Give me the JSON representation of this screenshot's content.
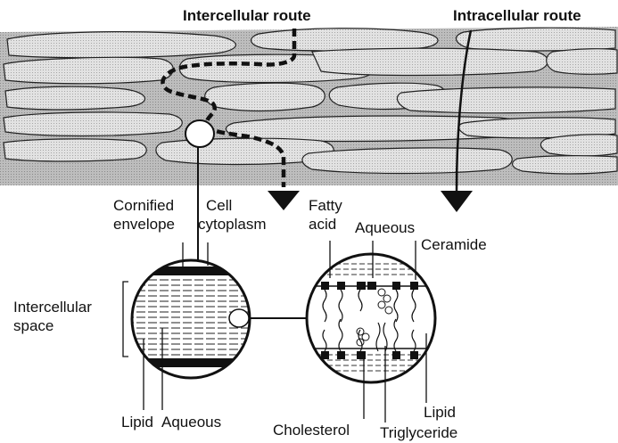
{
  "routes": {
    "intercellular": "Intercellular route",
    "intracellular": "Intracellular route"
  },
  "magnified_left": {
    "cornified_line1": "Cornified",
    "cornified_line2": "envelope",
    "cell_line1": "Cell",
    "cell_line2": "cytoplasm",
    "space_line1": "Intercellular",
    "space_line2": "space",
    "lipid": "Lipid",
    "aqueous": "Aqueous"
  },
  "magnified_right": {
    "fatty_line1": "Fatty",
    "fatty_line2": "acid",
    "aqueous": "Aqueous",
    "ceramide": "Ceramide",
    "cholesterol": "Cholesterol",
    "triglyceride": "Triglyceride",
    "lipid": "Lipid"
  },
  "colors": {
    "ink": "#111111",
    "cell_fill": "#d9d9d9",
    "stratum_fill": "#c8c8c8",
    "background": "#ffffff"
  }
}
